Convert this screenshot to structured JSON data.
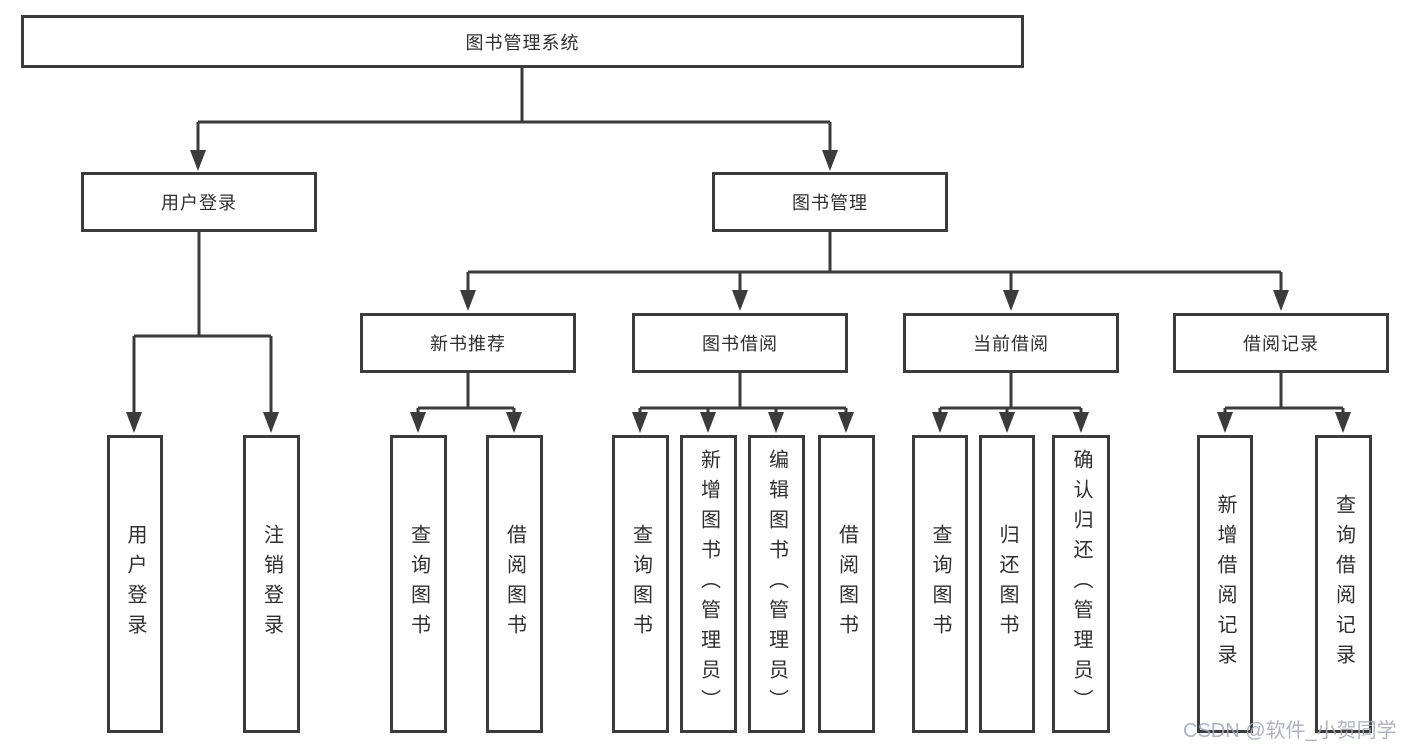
{
  "tree": {
    "root": "图书管理系统",
    "branches": [
      {
        "label": "用户登录",
        "children": [
          "用户登录",
          "注销登录"
        ]
      },
      {
        "label": "图书管理",
        "groups": [
          {
            "label": "新书推荐",
            "children": [
              "查询图书",
              "借阅图书"
            ]
          },
          {
            "label": "图书借阅",
            "children": [
              "查询图书",
              "新增图书（管理员）",
              "编辑图书（管理员）",
              "借阅图书"
            ]
          },
          {
            "label": "当前借阅",
            "children": [
              "查询图书",
              "归还图书",
              "确认归还（管理员）"
            ]
          },
          {
            "label": "借阅记录",
            "children": [
              "新增借阅记录",
              "查询借阅记录"
            ]
          }
        ]
      }
    ]
  },
  "watermark": "CSDN @软件_小贺同学",
  "colors": {
    "line": "#3b3b3b",
    "text": "#2f2f2f",
    "watermark": "#a4acb8",
    "background": "#ffffff"
  }
}
